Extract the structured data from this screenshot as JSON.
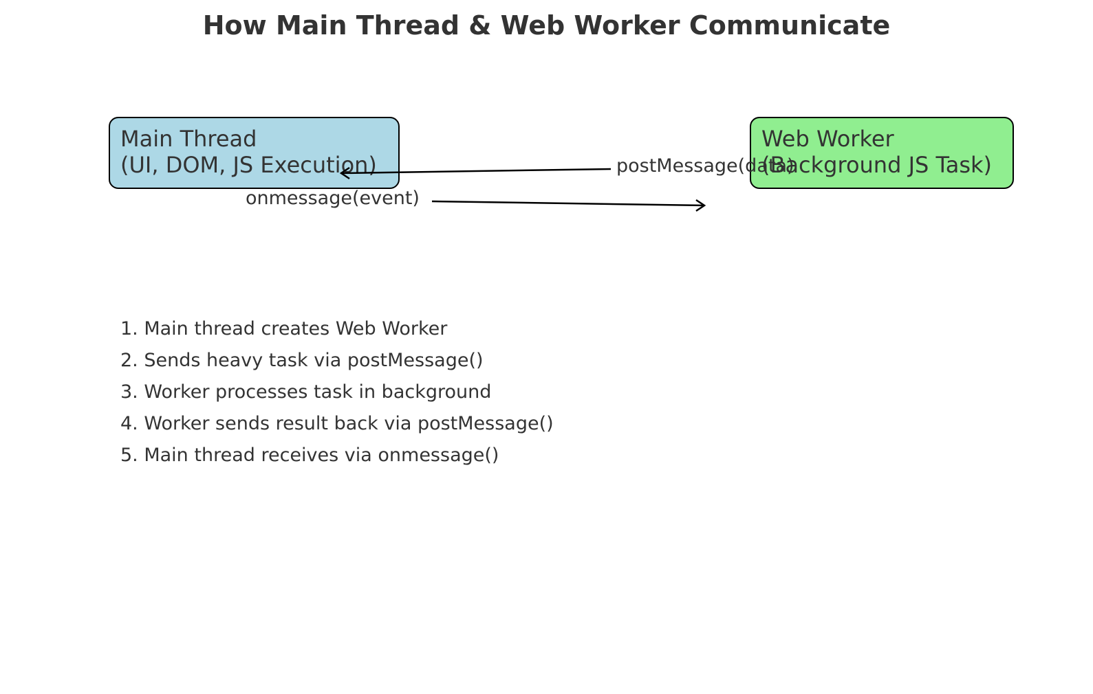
{
  "title": "How Main Thread & Web Worker Communicate",
  "colors": {
    "main_thread_fill": "#add8e6",
    "web_worker_fill": "#90ee90",
    "border": "#000000",
    "text": "#333333"
  },
  "nodes": {
    "main_thread": {
      "title": "Main Thread",
      "subtitle": "(UI, DOM, JS Execution)"
    },
    "web_worker": {
      "title": "Web Worker",
      "subtitle": "(Background JS Task)"
    }
  },
  "edges": {
    "post_message": {
      "label": "postMessage(data)"
    },
    "on_message": {
      "label": "onmessage(event)"
    }
  },
  "steps": [
    "1. Main thread creates Web Worker",
    "2. Sends heavy task via postMessage()",
    "3. Worker processes task in background",
    "4. Worker sends result back via postMessage()",
    "5. Main thread receives via onmessage()"
  ]
}
